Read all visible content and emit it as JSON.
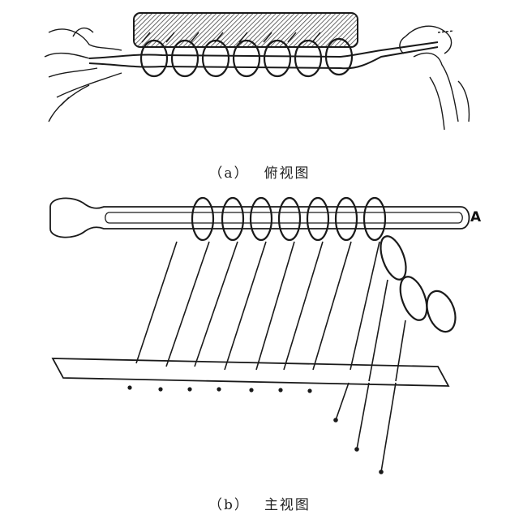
{
  "figure": {
    "caption_a": {
      "key": "（a）",
      "text": "俯视图"
    },
    "caption_b": {
      "key": "（b）",
      "text": "主视图"
    },
    "marker_label": "A"
  },
  "colors": {
    "ink": "#1a1a1a",
    "paper": "#ffffff",
    "hatch": "#555555"
  }
}
